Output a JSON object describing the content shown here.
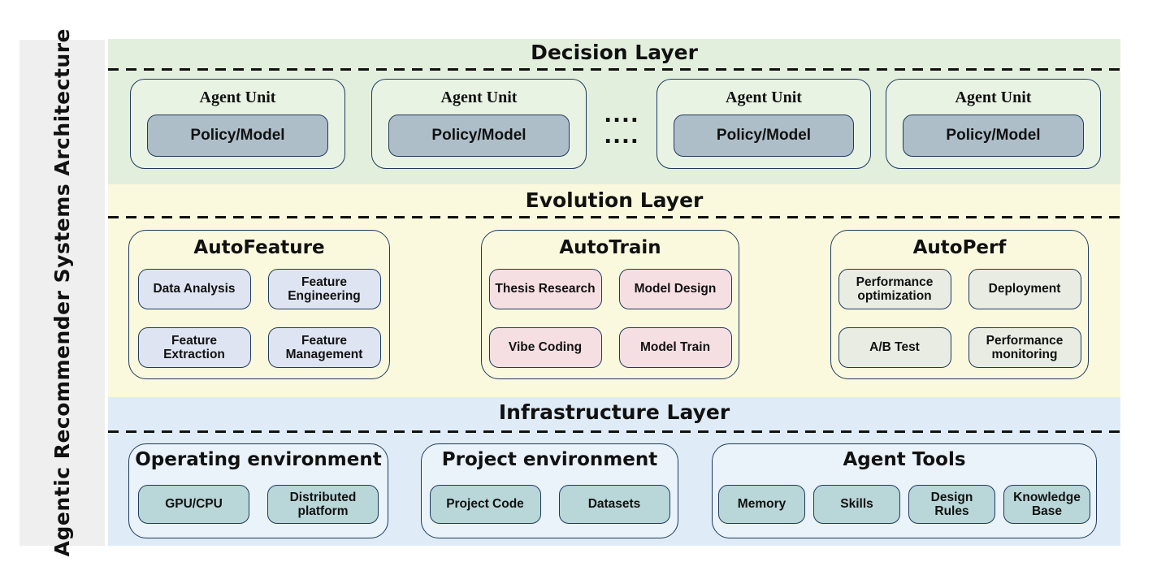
{
  "sidebar": {
    "title": "Agentic Recommender Systems Architecture"
  },
  "decision_layer": {
    "title": "Decision Layer",
    "dots": ".... ....",
    "agent_units": [
      {
        "title": "Agent Unit",
        "model": "Policy/Model"
      },
      {
        "title": "Agent Unit",
        "model": "Policy/Model"
      },
      {
        "title": "Agent Unit",
        "model": "Policy/Model"
      },
      {
        "title": "Agent Unit",
        "model": "Policy/Model"
      }
    ]
  },
  "evolution_layer": {
    "title": "Evolution Layer",
    "modules": [
      {
        "title": "AutoFeature",
        "chips": [
          "Data Analysis",
          "Feature Engineering",
          "Feature Extraction",
          "Feature Management"
        ]
      },
      {
        "title": "AutoTrain",
        "chips": [
          "Thesis Research",
          "Model Design",
          "Vibe Coding",
          "Model Train"
        ]
      },
      {
        "title": "AutoPerf",
        "chips": [
          "Performance optimization",
          "Deployment",
          "A/B Test",
          "Performance monitoring"
        ]
      }
    ]
  },
  "infrastructure_layer": {
    "title": "Infrastructure Layer",
    "modules": [
      {
        "title": "Operating environment",
        "chips": [
          "GPU/CPU",
          "Distributed platform"
        ]
      },
      {
        "title": "Project environment",
        "chips": [
          "Project Code",
          "Datasets"
        ]
      },
      {
        "title": "Agent Tools",
        "chips": [
          "Memory",
          "Skills",
          "Design Rules",
          "Knowledge Base"
        ]
      }
    ]
  },
  "colors": {
    "sidebar_bg": "#efefef",
    "decision_layer_bg": "#e2efdc",
    "evolution_layer_bg": "#fbf9dd",
    "infrastructure_layer_bg": "#dfecf7",
    "agent_unit_bg": "#e9f3e4",
    "policy_model_bg": "#adbec8",
    "autofeature_chip_bg": "#dfe4f2",
    "autotrain_chip_bg": "#f6dfe3",
    "autoperf_chip_bg": "#e8ece3",
    "infrastructure_chip_bg": "#b9d6d8",
    "box_border": "#1e3a5f",
    "divider": "#111111"
  }
}
